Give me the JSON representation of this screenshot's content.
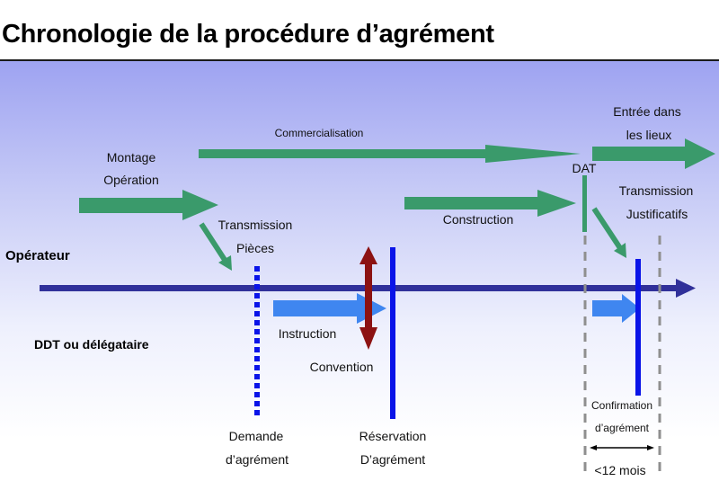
{
  "title": "Chronologie de la procédure d’agrément",
  "lanes": {
    "operateur": "Opérateur",
    "ddt": "DDT ou délégataire"
  },
  "labels": {
    "montage_1": "Montage",
    "montage_2": "Opération",
    "commercialisation": "Commercialisation",
    "entree_1": "Entrée dans",
    "entree_2": "les lieux",
    "dat": "DAT",
    "transmission_justif_1": "Transmission",
    "transmission_justif_2": "Justificatifs",
    "construction": "Construction",
    "transmission_pieces_1": "Transmission",
    "transmission_pieces_2": "Pièces",
    "instruction": "Instruction",
    "convention": "Convention",
    "demande_1": "Demande",
    "demande_2": "d’agrément",
    "reservation_1": "Réservation",
    "reservation_2": "D’agrément",
    "confirmation_1": "Confirmation",
    "confirmation_2": "d’agrément",
    "delai": "<12 mois"
  },
  "colors": {
    "green": "#3a9a6b",
    "axis": "#30309a",
    "blue": "#0a14e8",
    "light_blue": "#3f86f0",
    "dark_red": "#8c1212",
    "grey_dash": "#8f8f8f"
  }
}
